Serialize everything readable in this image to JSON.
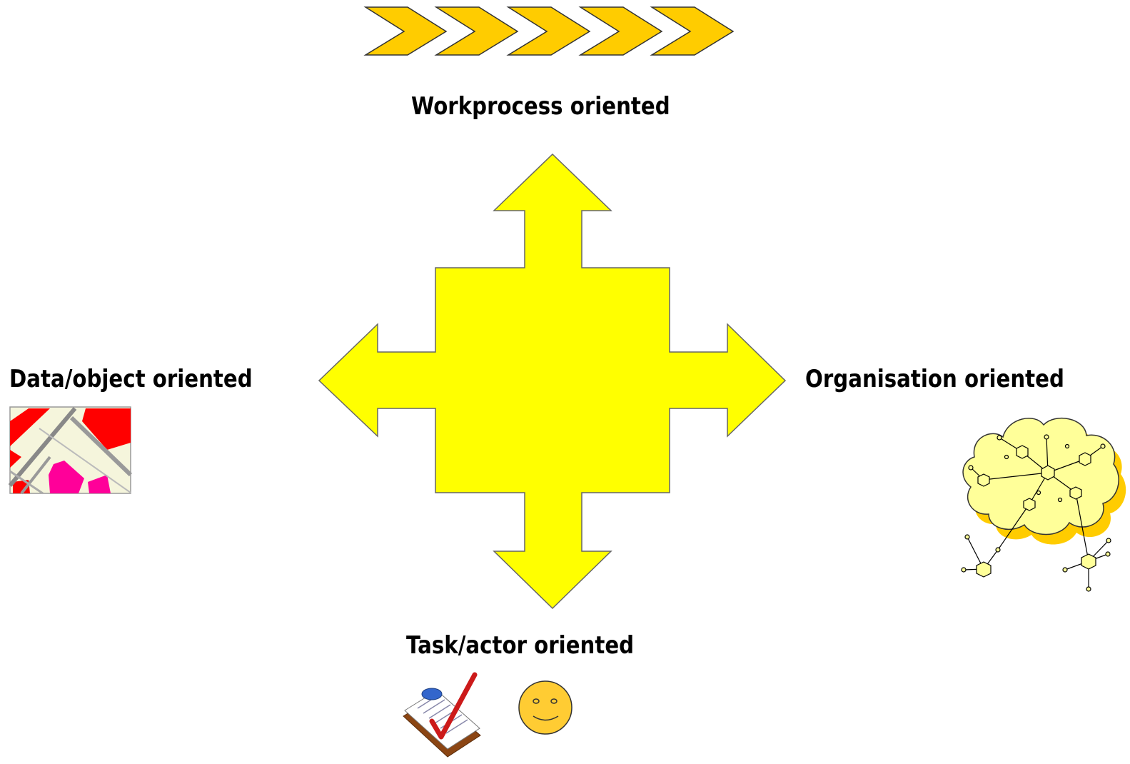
{
  "labels": {
    "top": "Workprocess oriented",
    "left": "Data/object oriented",
    "right": "Organisation oriented",
    "bottom": "Task/actor oriented"
  },
  "colors": {
    "arrow_fill": "#ffff00",
    "chevron_fill": "#ffcc00",
    "cloud_fill": "#ffff99",
    "cloud_shadow": "#ffcc00",
    "map_red": "#ff0000",
    "map_magenta": "#ff0099",
    "smiley_fill": "#ffcc33"
  },
  "icons": {
    "process_chevrons": "process-chevron-icon",
    "map": "map-icon",
    "network_cloud": "network-cloud-icon",
    "clipboard": "clipboard-checklist-icon",
    "smiley": "smiley-face-icon"
  }
}
